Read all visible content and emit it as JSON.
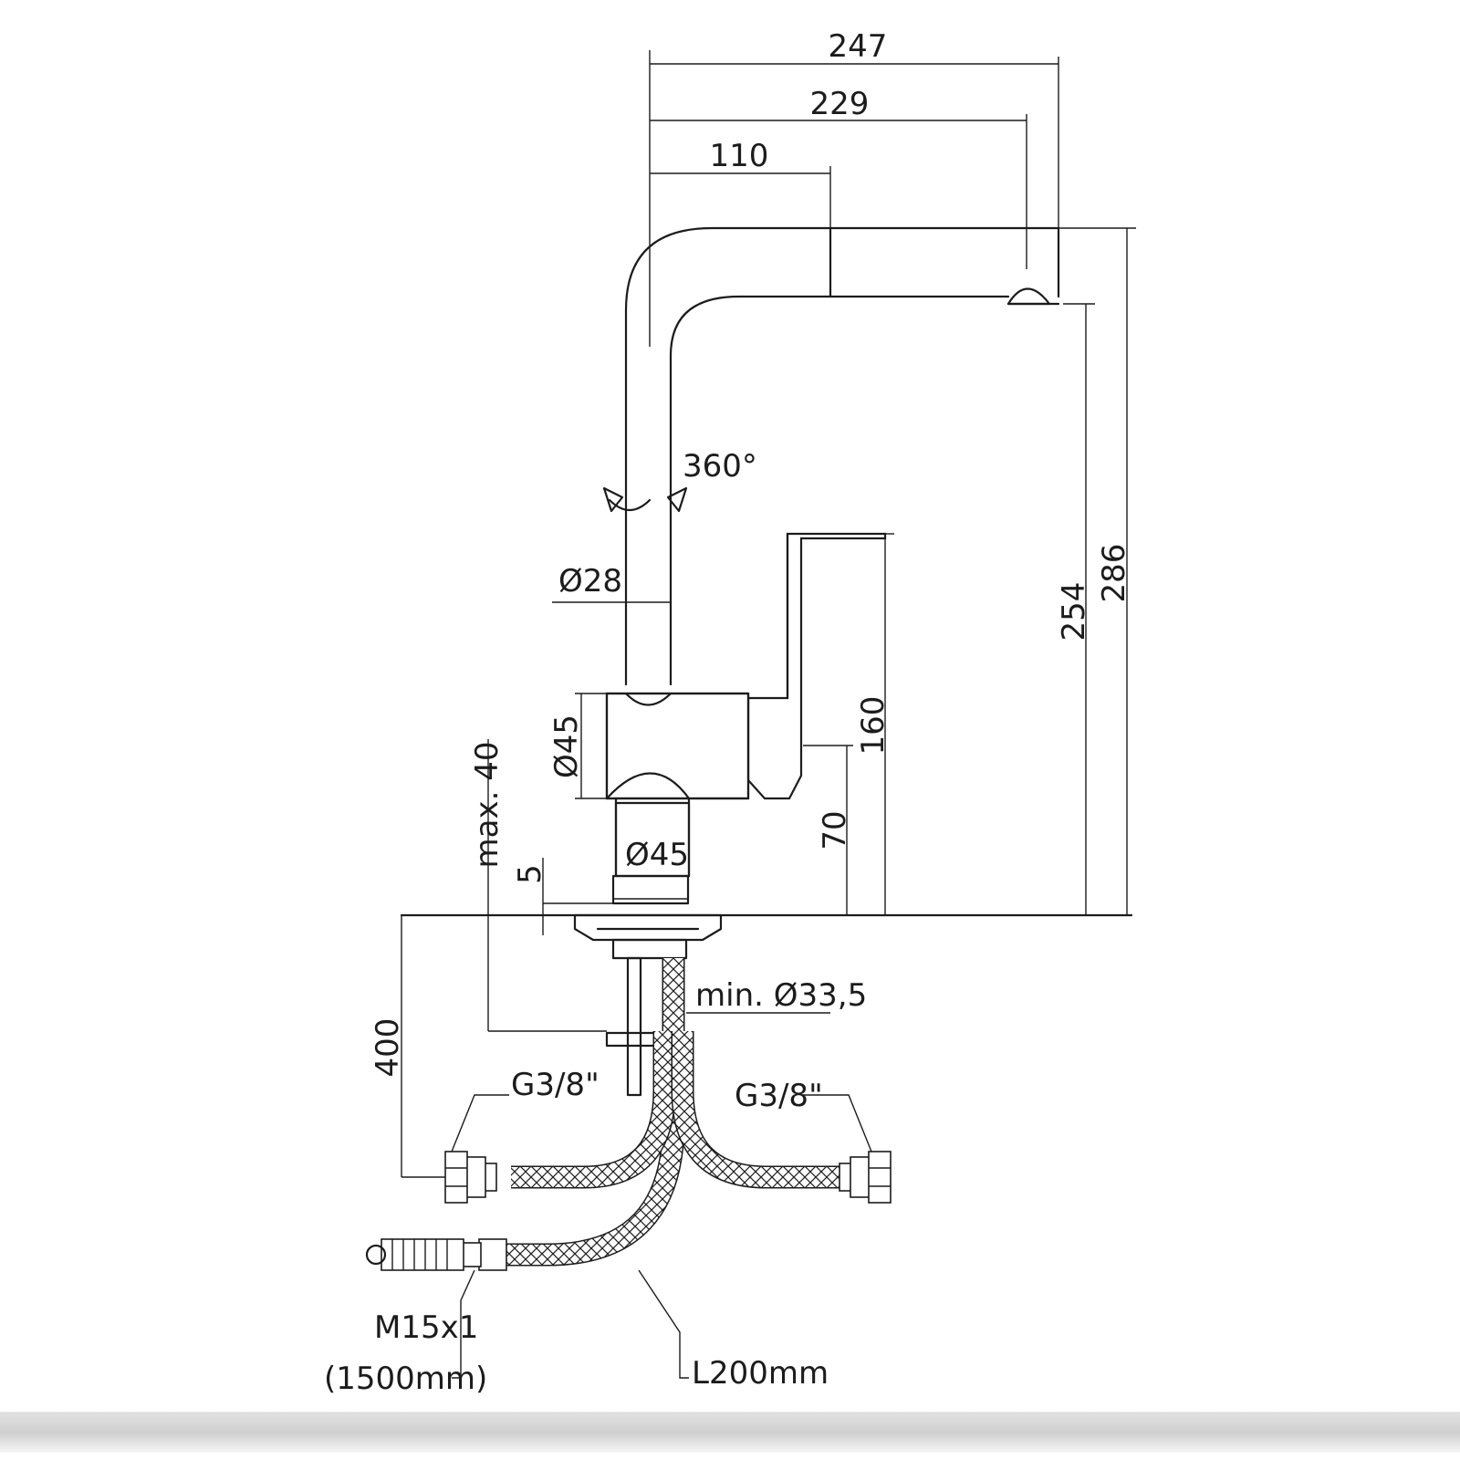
{
  "diagram": {
    "dimensions": {
      "width_247": "247",
      "width_229": "229",
      "width_110": "110",
      "rotation": "360°",
      "spout_diameter": "Ø28",
      "body_diameter": "Ø45",
      "base_diameter": "Ø45",
      "max_thickness": "max. 40",
      "gap_5": "5",
      "height_70": "70",
      "height_160": "160",
      "height_254": "254",
      "height_286": "286",
      "hole_diameter": "min. Ø33,5",
      "depth_400": "400",
      "thread_left": "G3/8\"",
      "thread_right": "G3/8\"",
      "shower_thread": "M15x1",
      "shower_length": "(1500mm)",
      "hose_length": "L200mm"
    }
  }
}
